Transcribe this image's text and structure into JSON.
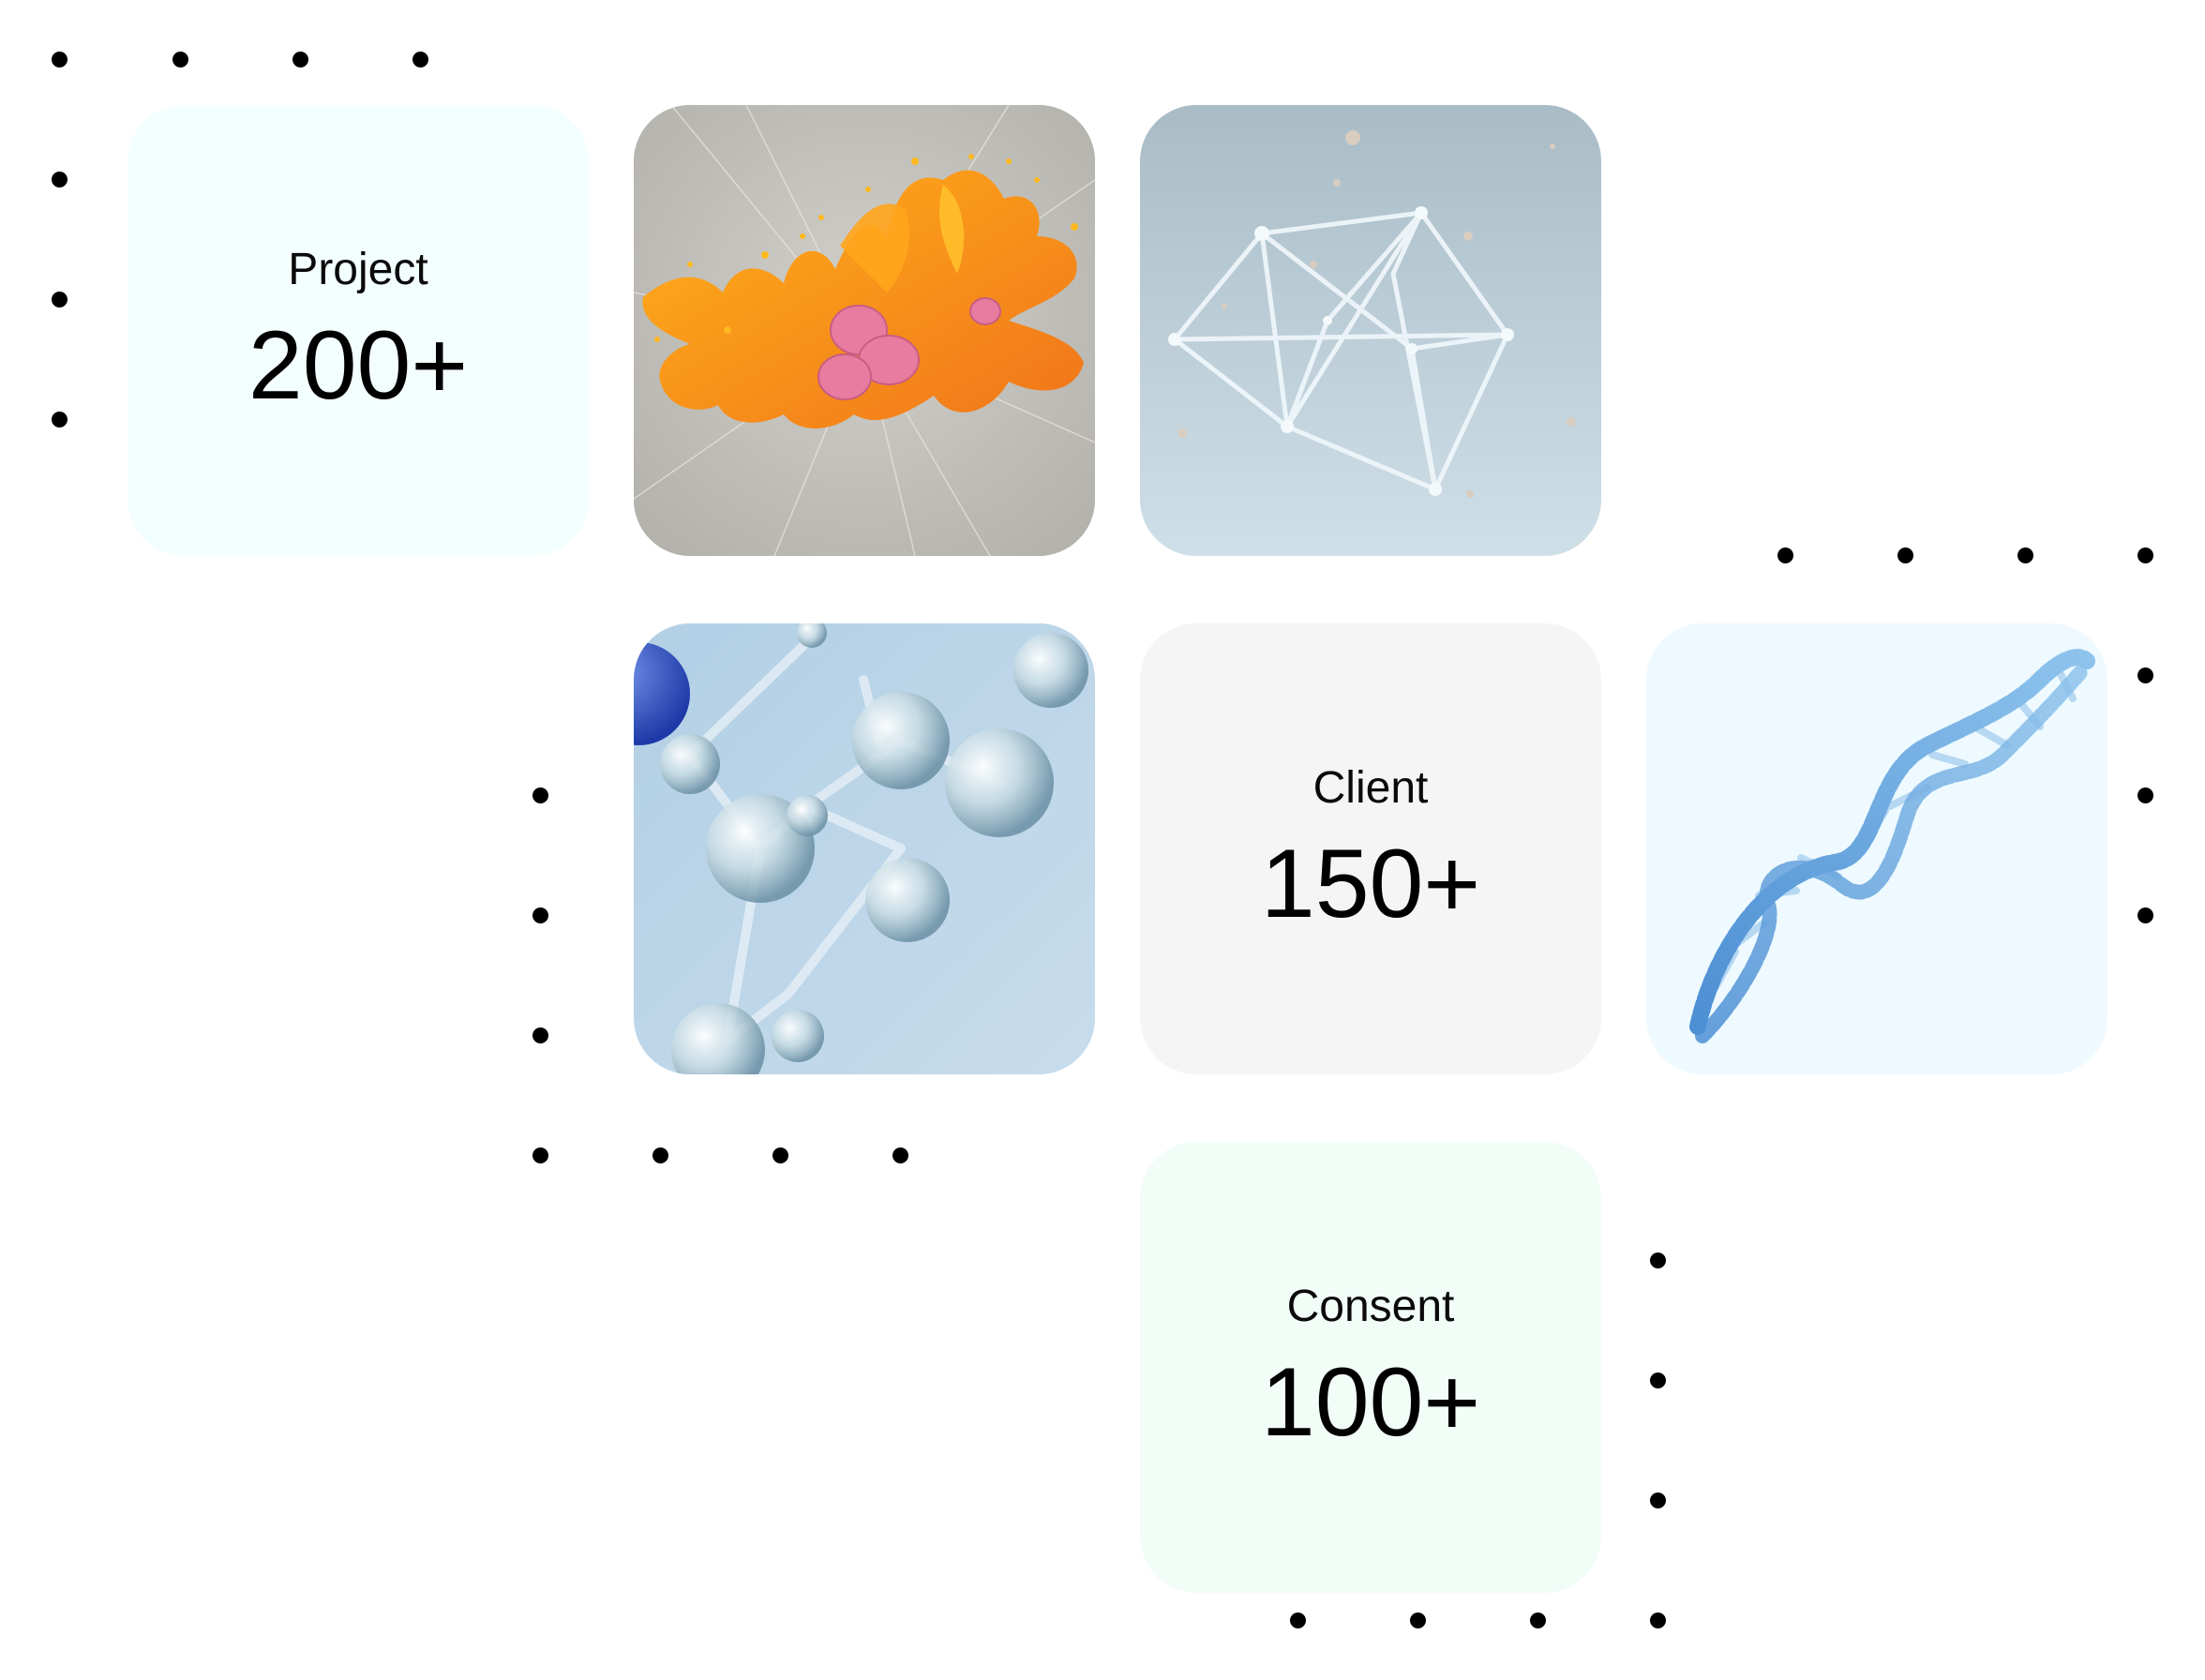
{
  "stats": [
    {
      "label": "Project",
      "value": "200+",
      "bg": "#f3fefe"
    },
    {
      "label": "Client",
      "value": "150+",
      "bg": "#f5f5f5"
    },
    {
      "label": "Consent",
      "value": "100+",
      "bg": "#f2fdf7"
    }
  ],
  "images": [
    {
      "icon": "orange-coral-particle-image"
    },
    {
      "icon": "wireframe-polyhedron-image"
    },
    {
      "icon": "glass-molecule-image"
    },
    {
      "icon": "dna-helix-image"
    }
  ]
}
